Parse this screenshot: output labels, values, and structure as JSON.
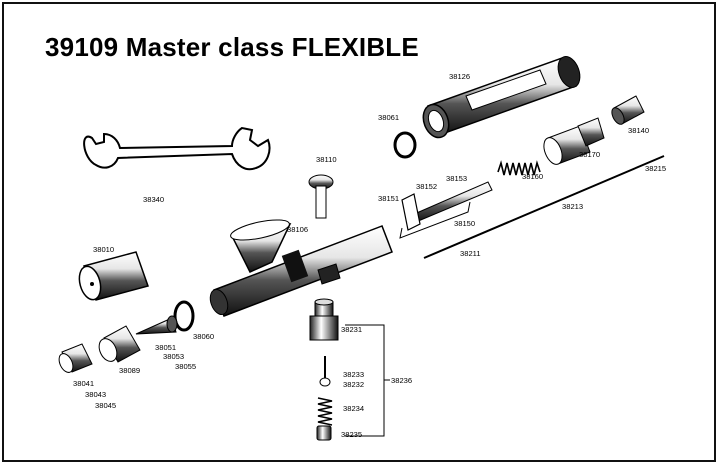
{
  "title": "39109 Master class FLEXIBLE",
  "parts": {
    "p38340": "38340",
    "p38010": "38010",
    "p38041": "38041",
    "p38043": "38043",
    "p38045": "38045",
    "p38089": "38089",
    "p38051": "38051",
    "p38053": "38053",
    "p38055": "38055",
    "p38060": "38060",
    "p38106": "38106",
    "p38110": "38110",
    "p38061": "38061",
    "p38126": "38126",
    "p38151": "38151",
    "p38152": "38152",
    "p38153": "38153",
    "p38150": "38150",
    "p38160": "38160",
    "p38170": "38170",
    "p38140": "38140",
    "p38215": "38215",
    "p38213": "38213",
    "p38211": "38211",
    "p38231": "38231",
    "p38233": "38233",
    "p38232": "38232",
    "p38234": "38234",
    "p38235": "38235",
    "p38236": "38236"
  },
  "colors": {
    "ink": "#000000",
    "paper": "#ffffff",
    "shade": "#9a9a9a"
  }
}
